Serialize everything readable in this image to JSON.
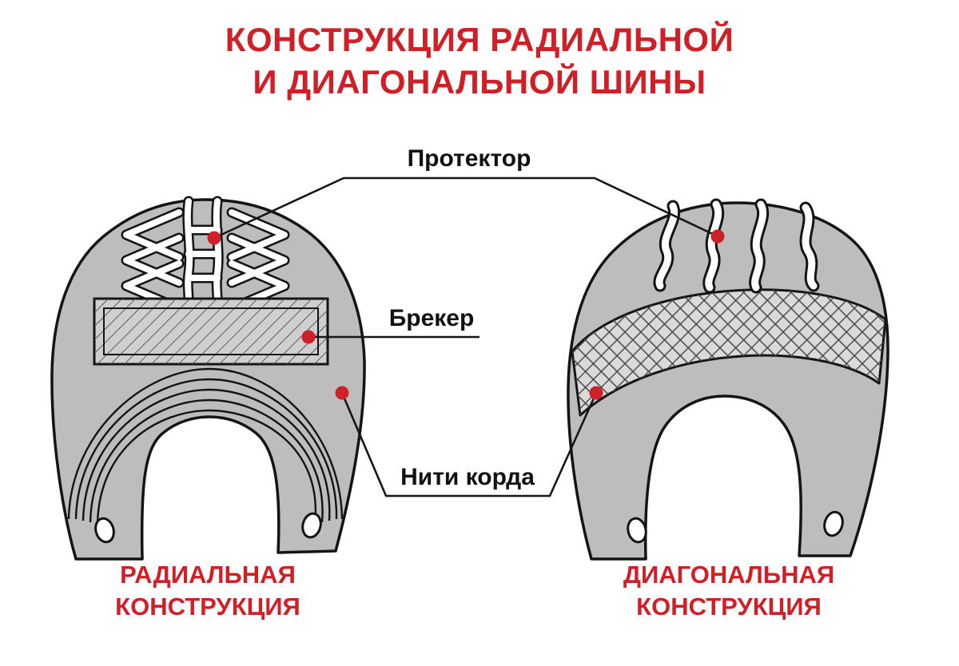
{
  "title": {
    "line1": "КОНСТРУКЦИЯ РАДИАЛЬНОЙ",
    "line2": "И ДИАГОНАЛЬНОЙ ШИНЫ"
  },
  "labels": {
    "tread": "Протектор",
    "breaker": "Брекер",
    "cords": "Нити корда"
  },
  "captions": {
    "left": {
      "line1": "РАДИАЛЬНАЯ",
      "line2": "КОНСТРУКЦИЯ"
    },
    "right": {
      "line1": "ДИАГОНАЛЬНАЯ",
      "line2": "КОНСТРУКЦИЯ"
    }
  },
  "colors": {
    "accent_red": "#d01f27",
    "marker_red": "#cc2128",
    "text_black": "#111111",
    "tire_gray": "#bdbdbd",
    "tire_gray_light": "#dadada",
    "outline": "#141414",
    "background": "#ffffff"
  }
}
